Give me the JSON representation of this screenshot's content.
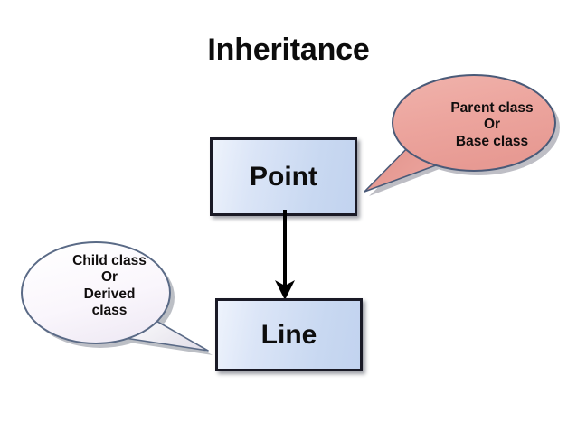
{
  "slide": {
    "title": "Inheritance",
    "background_color": "#ffffff"
  },
  "diagram": {
    "type": "inheritance-class-diagram",
    "boxes": [
      {
        "id": "point",
        "label": "Point",
        "role": "parent",
        "fill_color": "#c8d8f1",
        "border_color": "#1a1a26"
      },
      {
        "id": "line",
        "label": "Line",
        "role": "child",
        "fill_color": "#c8d8f1",
        "border_color": "#1a1a26"
      }
    ],
    "connector": {
      "name": "inheritance-arrow",
      "from": "point",
      "to": "line",
      "direction": "down",
      "color": "#000000"
    },
    "callouts": [
      {
        "id": "parent",
        "target": "point",
        "fill_color": "#eca49d",
        "stroke_color": "#4a5a78",
        "lines": [
          "Parent class",
          "Or",
          "Base class"
        ]
      },
      {
        "id": "child",
        "target": "line",
        "fill_color": "#f7f3fa",
        "stroke_color": "#5a6a86",
        "lines": [
          "Child class",
          "Or",
          "Derived",
          "class"
        ]
      }
    ]
  }
}
